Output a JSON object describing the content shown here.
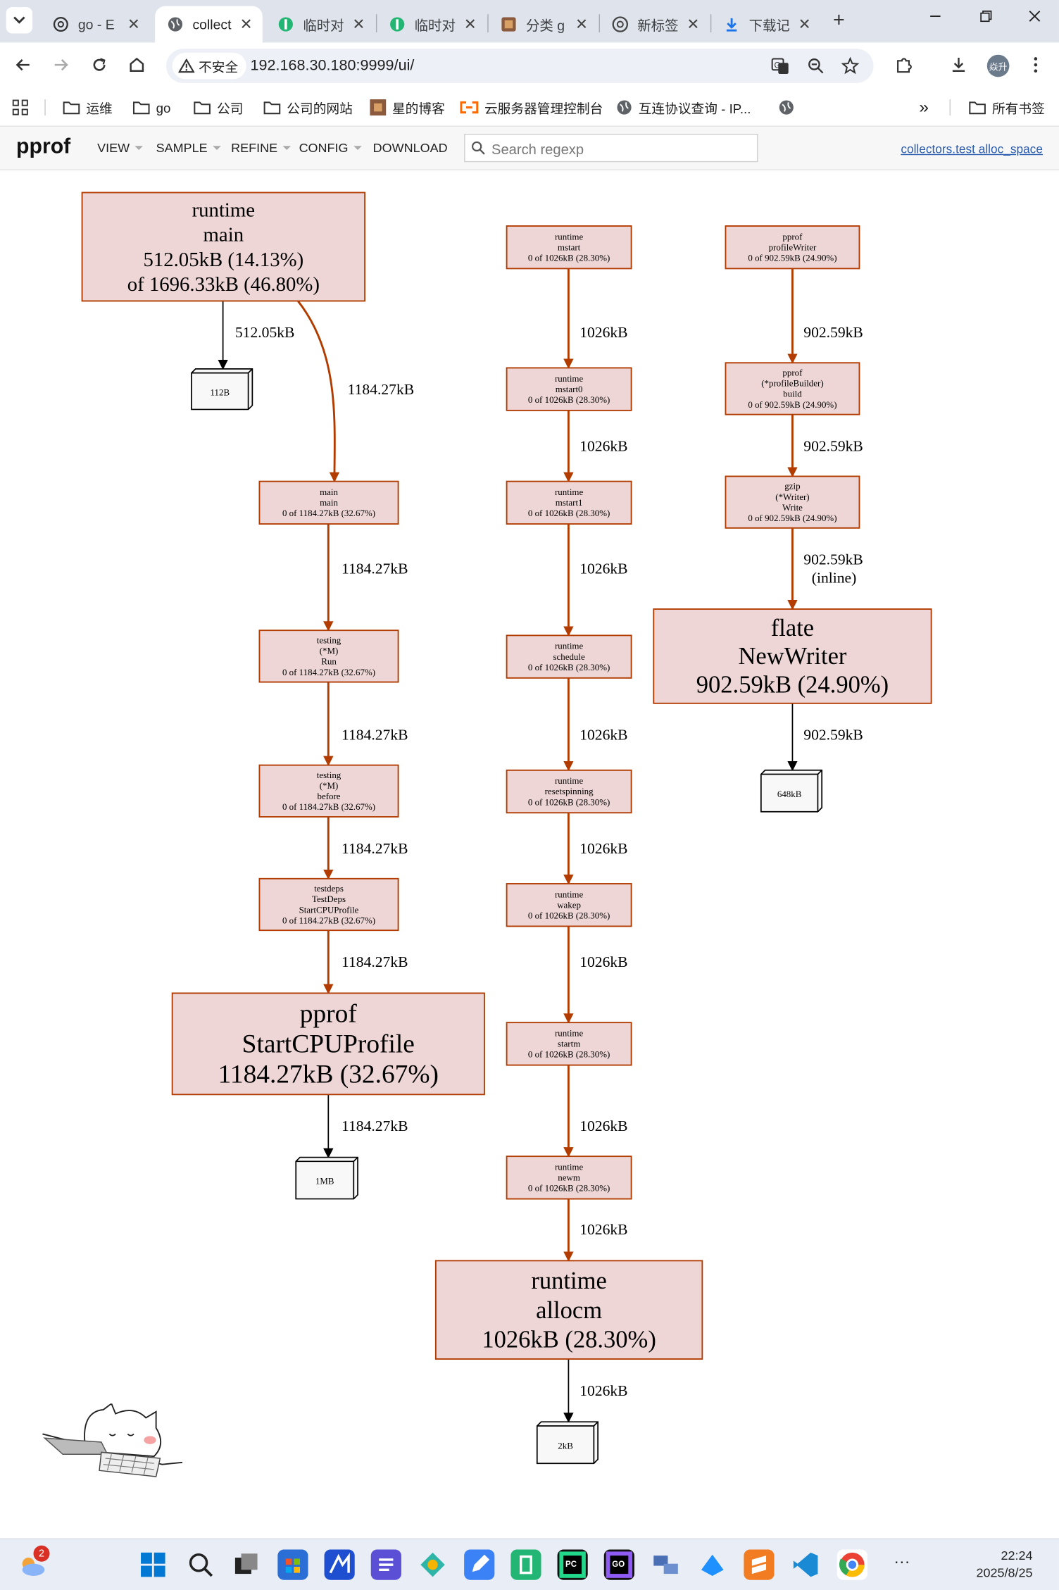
{
  "browser": {
    "tabs": [
      {
        "title": "go - E",
        "icon": "chatgpt-icon"
      },
      {
        "title": "collect",
        "icon": "globe-icon",
        "active": true
      },
      {
        "title": "临时对",
        "icon": "app-icon"
      },
      {
        "title": "临时对",
        "icon": "app-icon"
      },
      {
        "title": "分类 g",
        "icon": "app-icon"
      },
      {
        "title": "新标签",
        "icon": "chrome-icon"
      },
      {
        "title": "下载记",
        "icon": "download-icon"
      }
    ],
    "new_tab_label": "+",
    "security_label": "不安全",
    "url": "192.168.30.180:9999/ui/",
    "profile_label": "焱升",
    "bookmarks": [
      "运维",
      "go",
      "公司",
      "公司的网站",
      "星的博客",
      "云服务器管理控制台",
      "互连协议查询 - IP...",
      ""
    ],
    "more_bookmarks": "»",
    "all_bookmarks": "所有书签"
  },
  "pprof": {
    "title": "pprof",
    "menus": [
      "VIEW",
      "SAMPLE",
      "REFINE",
      "CONFIG",
      "DOWNLOAD"
    ],
    "search_placeholder": "Search regexp",
    "profile_link": "collectors.test alloc_space"
  },
  "graph": {
    "nodes": [
      {
        "id": "main-main-root",
        "lines": [
          "runtime",
          "main",
          "512.05kB (14.13%)",
          "of 1696.33kB (46.80%)"
        ]
      },
      {
        "id": "mstart",
        "lines": [
          "runtime",
          "mstart",
          "0 of 1026kB (28.30%)"
        ]
      },
      {
        "id": "profileWriter",
        "lines": [
          "pprof",
          "profileWriter",
          "0 of 902.59kB (24.90%)"
        ]
      },
      {
        "id": "main-main",
        "lines": [
          "main",
          "main",
          "0 of 1184.27kB (32.67%)"
        ]
      },
      {
        "id": "mstart0",
        "lines": [
          "runtime",
          "mstart0",
          "0 of 1026kB (28.30%)"
        ]
      },
      {
        "id": "build",
        "lines": [
          "pprof",
          "(*profileBuilder)",
          "build",
          "0 of 902.59kB (24.90%)"
        ]
      },
      {
        "id": "mstart1",
        "lines": [
          "runtime",
          "mstart1",
          "0 of 1026kB (28.30%)"
        ]
      },
      {
        "id": "gzip-write",
        "lines": [
          "gzip",
          "(*Writer)",
          "Write",
          "0 of 902.59kB (24.90%)"
        ]
      },
      {
        "id": "testing-run",
        "lines": [
          "testing",
          "(*M)",
          "Run",
          "0 of 1184.27kB (32.67%)"
        ]
      },
      {
        "id": "schedule",
        "lines": [
          "runtime",
          "schedule",
          "0 of 1026kB (28.30%)"
        ]
      },
      {
        "id": "flate",
        "lines": [
          "flate",
          "NewWriter",
          "902.59kB (24.90%)"
        ]
      },
      {
        "id": "testing-before",
        "lines": [
          "testing",
          "(*M)",
          "before",
          "0 of 1184.27kB (32.67%)"
        ]
      },
      {
        "id": "resetspinning",
        "lines": [
          "runtime",
          "resetspinning",
          "0 of 1026kB (28.30%)"
        ]
      },
      {
        "id": "testdeps",
        "lines": [
          "testdeps",
          "TestDeps",
          "StartCPUProfile",
          "0 of 1184.27kB (32.67%)"
        ]
      },
      {
        "id": "wakep",
        "lines": [
          "runtime",
          "wakep",
          "0 of 1026kB (28.30%)"
        ]
      },
      {
        "id": "pprof-start",
        "lines": [
          "pprof",
          "StartCPUProfile",
          "1184.27kB (32.67%)"
        ]
      },
      {
        "id": "startm",
        "lines": [
          "runtime",
          "startm",
          "0 of 1026kB (28.30%)"
        ]
      },
      {
        "id": "newm",
        "lines": [
          "runtime",
          "newm",
          "0 of 1026kB (28.30%)"
        ]
      },
      {
        "id": "allocm",
        "lines": [
          "runtime",
          "allocm",
          "1026kB (28.30%)"
        ]
      }
    ],
    "boxes": [
      {
        "id": "box-112B",
        "label": "112B"
      },
      {
        "id": "box-648kB",
        "label": "648kB"
      },
      {
        "id": "box-1MB",
        "label": "1MB"
      },
      {
        "id": "box-2kB",
        "label": "2kB"
      }
    ],
    "edges": [
      {
        "id": "e1",
        "lines": [
          "512.05kB"
        ]
      },
      {
        "id": "e2",
        "lines": [
          "1184.27kB"
        ]
      },
      {
        "id": "e3",
        "lines": [
          "1184.27kB"
        ]
      },
      {
        "id": "e4",
        "lines": [
          "1184.27kB"
        ]
      },
      {
        "id": "e5",
        "lines": [
          "1184.27kB"
        ]
      },
      {
        "id": "e6",
        "lines": [
          "1184.27kB"
        ]
      },
      {
        "id": "e7",
        "lines": [
          "1184.27kB"
        ]
      },
      {
        "id": "e8",
        "lines": [
          "1026kB"
        ]
      },
      {
        "id": "e9",
        "lines": [
          "1026kB"
        ]
      },
      {
        "id": "e10",
        "lines": [
          "1026kB"
        ]
      },
      {
        "id": "e11",
        "lines": [
          "1026kB"
        ]
      },
      {
        "id": "e12",
        "lines": [
          "1026kB"
        ]
      },
      {
        "id": "e13",
        "lines": [
          "1026kB"
        ]
      },
      {
        "id": "e14",
        "lines": [
          "1026kB"
        ]
      },
      {
        "id": "e15",
        "lines": [
          "1026kB"
        ]
      },
      {
        "id": "e16",
        "lines": [
          "1026kB"
        ]
      },
      {
        "id": "e17",
        "lines": [
          "902.59kB"
        ]
      },
      {
        "id": "e18",
        "lines": [
          "902.59kB"
        ]
      },
      {
        "id": "e19",
        "lines": [
          "902.59kB",
          "(inline)"
        ]
      },
      {
        "id": "e20",
        "lines": [
          "902.59kB"
        ]
      }
    ]
  },
  "taskbar": {
    "weather_badge": "2",
    "time": "22:24",
    "date": "2025/8/25",
    "overflow": "···"
  },
  "colors": {
    "node_fill": "#edd6d5",
    "node_stroke": "#b23c00",
    "edge_hot": "#b23c00",
    "edge_cold": "#000000",
    "link": "#2a5db0"
  }
}
